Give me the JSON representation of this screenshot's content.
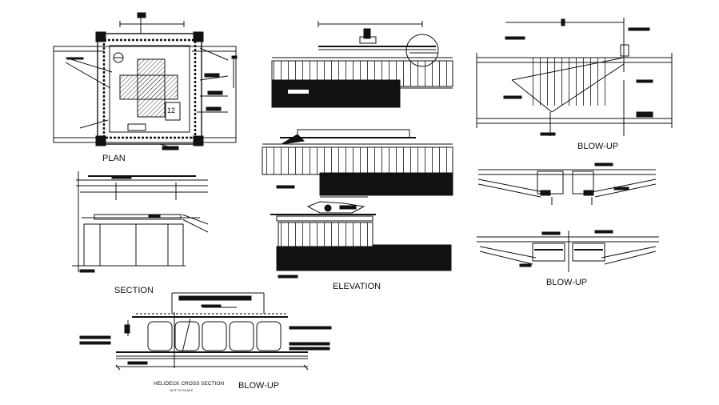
{
  "labels": {
    "plan": "PLAN",
    "section": "SECTION",
    "elevation": "ELEVATION",
    "blowup_top": "BLOW-UP",
    "blowup_mid": "BLOW-UP",
    "blowup_bottom": "BLOW-UP",
    "cross_section_title": "HELIDECK CROSS SECTION",
    "cross_section_note": "NOT TO SCALE"
  },
  "colors": {
    "ink": "#111111",
    "background": "#ffffff"
  }
}
